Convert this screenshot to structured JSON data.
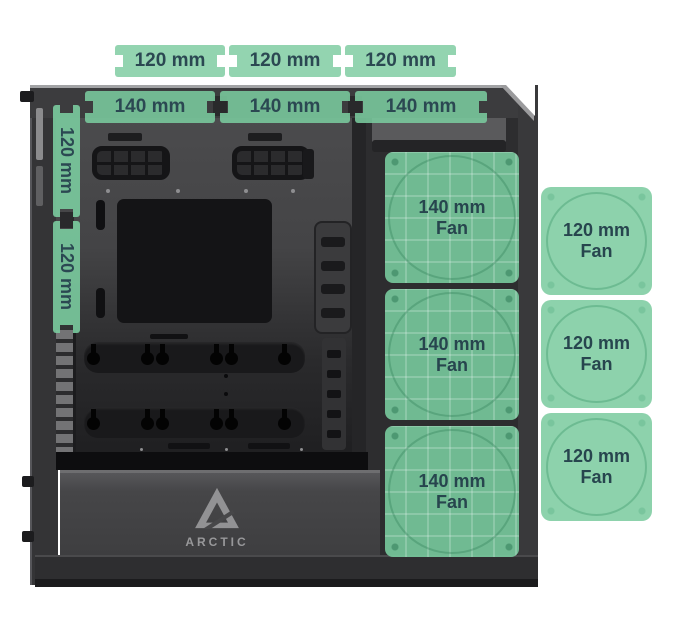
{
  "diagram": {
    "description": "PC case side view showing fan mounting options",
    "brand": "ARCTIC"
  },
  "top_row": {
    "labels": [
      "120 mm",
      "120 mm",
      "120 mm"
    ]
  },
  "top_inner_row": {
    "labels": [
      "140 mm",
      "140 mm",
      "140 mm"
    ]
  },
  "front_column": {
    "labels": [
      "120 mm",
      "120 mm"
    ]
  },
  "interior_fans": [
    {
      "size": "140 mm",
      "word": "Fan"
    },
    {
      "size": "140 mm",
      "word": "Fan"
    },
    {
      "size": "140 mm",
      "word": "Fan"
    }
  ],
  "side_fans": [
    {
      "size": "120 mm",
      "word": "Fan"
    },
    {
      "size": "120 mm",
      "word": "Fan"
    },
    {
      "size": "120 mm",
      "word": "Fan"
    }
  ],
  "brand": {
    "logo_text": "ARCTIC"
  },
  "colors": {
    "fan_green_solid": "#8dd2ac",
    "fan_green_overlay": "rgba(122,203,158,0.88)",
    "label_text": "#2b4852",
    "case_dark": "#3a3a3c",
    "logo_gray": "#98989a"
  }
}
